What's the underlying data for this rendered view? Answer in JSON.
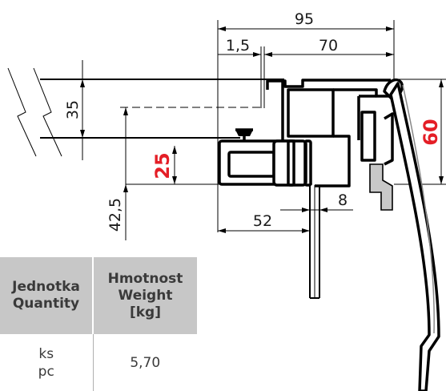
{
  "drawing": {
    "dimensions": {
      "overall_width": "95",
      "offset": "1,5",
      "frame_width": "70",
      "panel_thickness": "35",
      "height_red": "25",
      "profile_height_red": "60",
      "lower_height": "42,5",
      "bottom_width": "52",
      "slot_width": "8"
    },
    "colors": {
      "highlight": "#e41e26",
      "table_header": "#c7c7c7"
    }
  },
  "table": {
    "headers": [
      [
        "Jednotka",
        "Quantity"
      ],
      [
        "Hmotnost",
        "Weight",
        "[kg]"
      ]
    ],
    "row": {
      "unit": [
        "ks",
        "pc"
      ],
      "weight": "5,70"
    }
  }
}
